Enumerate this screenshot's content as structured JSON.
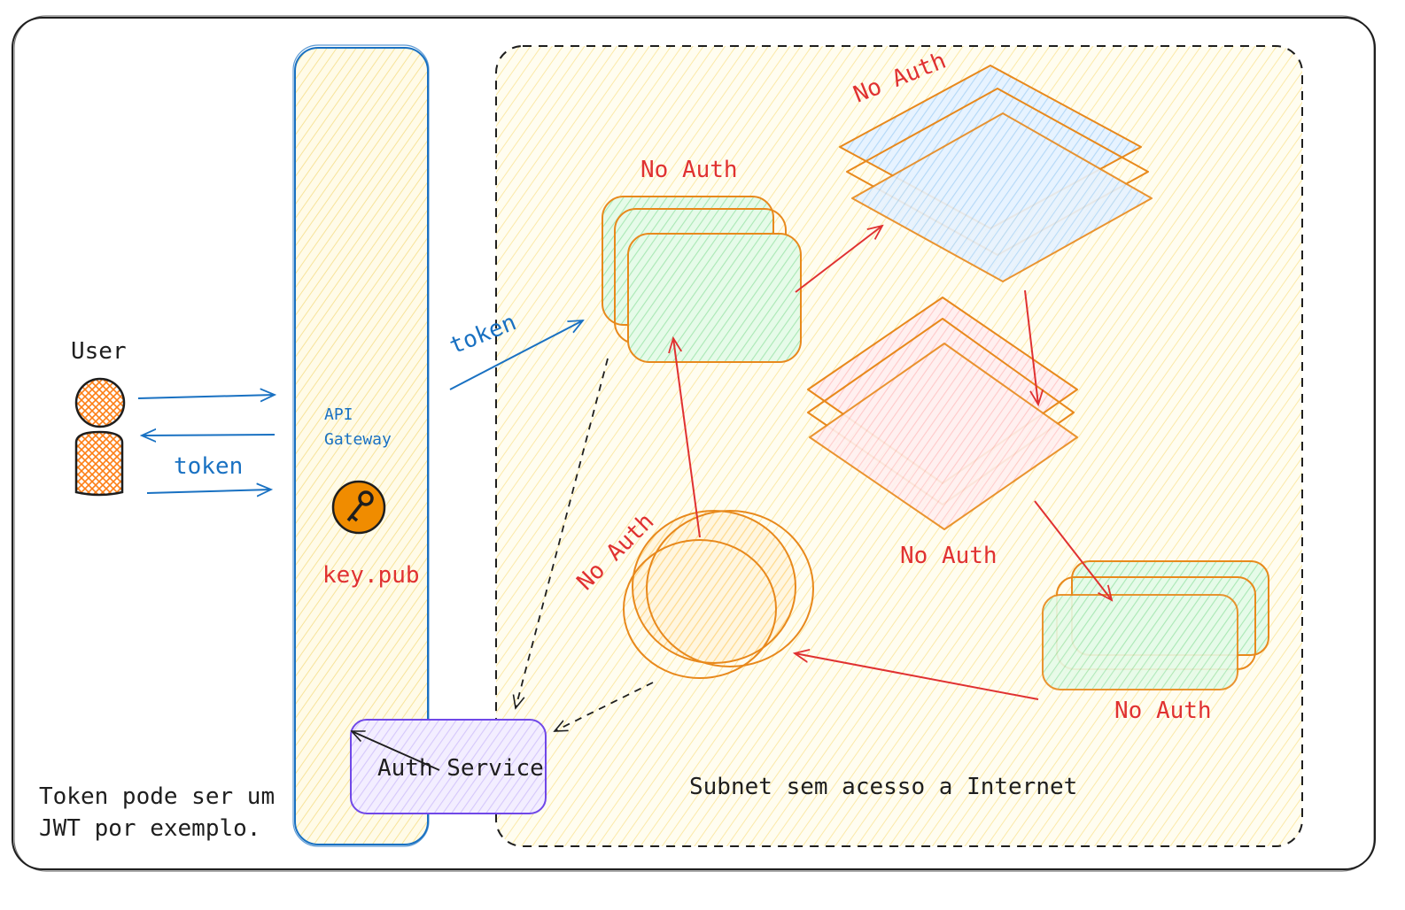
{
  "labels": {
    "user": "User",
    "token_user": "token",
    "api_gateway_line1": "API",
    "api_gateway_line2": "Gateway",
    "key_pub": "key.pub",
    "token_gateway": "token",
    "auth_service": "Auth Service",
    "subnet": "Subnet sem acesso a Internet",
    "footnote_line1": "Token pode ser um",
    "footnote_line2": "JWT por exemplo.",
    "no_auth_top": "No Auth",
    "no_auth_diamond_blue": "No Auth",
    "no_auth_diamond_red": "No Auth",
    "no_auth_circle": "No Auth",
    "no_auth_rect_bottom": "No Auth"
  },
  "colors": {
    "frame": "#1e1e1e",
    "gateway_stroke": "#1971c2",
    "gateway_fill": "#fff9db",
    "subnet_fill": "#fff9db",
    "service_stroke": "#e8891c",
    "green_fill": "#d3f9d8",
    "blue_fill": "#d0ebff",
    "red_fill": "#ffe3e3",
    "yellow_fill": "#ffe8a3",
    "auth_fill": "#e5dbff",
    "auth_stroke": "#7048e8",
    "user_fill": "#fd7e14",
    "red_text": "#e03131",
    "blue_text": "#1971c2"
  },
  "icons": [
    "user-icon",
    "key-icon"
  ]
}
